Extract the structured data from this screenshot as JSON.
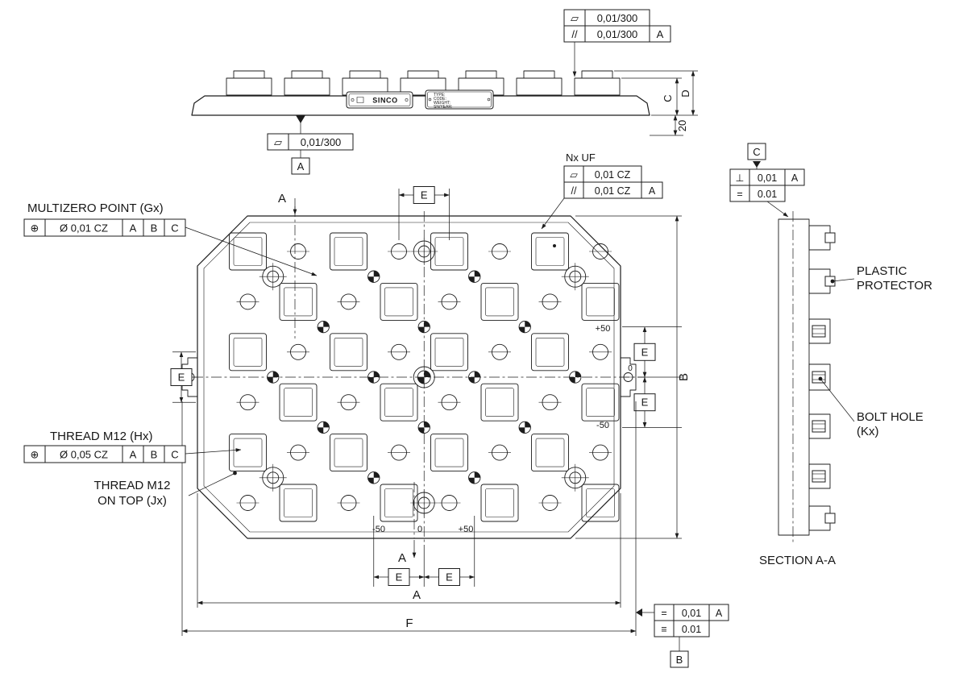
{
  "side_view": {
    "fcf_top": {
      "flat_sym": "▱",
      "flat_val": "0,01/300",
      "par_sym": "//",
      "par_val": "0,01/300",
      "par_datum": "A"
    },
    "fcf_bottom": {
      "flat_sym": "▱",
      "flat_val": "0,01/300"
    },
    "datum_a": "A",
    "dims": {
      "c": "C",
      "d": "D",
      "h20": "20"
    },
    "logo": "SINCO",
    "nameplate": {
      "l1": "TYPE:",
      "l2": "CODE:",
      "l3": "WEIGHT:",
      "l4": "SN/YEAR:"
    }
  },
  "plan_view": {
    "labels": {
      "multizero": "MULTIZERO POINT (Gx)",
      "thread_h": "THREAD M12 (Hx)",
      "thread_j1": "THREAD M12",
      "thread_j2": "ON TOP (Jx)",
      "nx_uf": "Nx UF"
    },
    "fcf_g": {
      "sym": "⊕",
      "tol": "Ø 0,01 CZ",
      "d1": "A",
      "d2": "B",
      "d3": "C"
    },
    "fcf_h": {
      "sym": "⊕",
      "tol": "Ø 0,05 CZ",
      "d1": "A",
      "d2": "B",
      "d3": "C"
    },
    "fcf_uf": {
      "flat_sym": "▱",
      "flat_val": "0,01 CZ",
      "par_sym": "//",
      "par_val": "0,01 CZ",
      "par_datum": "A"
    },
    "fcf_datum_b": {
      "r1_sym": "=",
      "r1_val": "0,01",
      "r1_datum": "A",
      "r2_sym": "≡",
      "r2_val": "0.01",
      "datum": "B"
    },
    "dims": {
      "a": "A",
      "b": "B",
      "e": "E",
      "f": "F",
      "section": "A"
    },
    "coords": {
      "p50": "+50",
      "zero": "0",
      "m50": "-50"
    }
  },
  "section_view": {
    "title": "SECTION A-A",
    "labels": {
      "plastic1": "PLASTIC",
      "plastic2": "PROTECTOR",
      "bolt1": "BOLT HOLE",
      "bolt2": "(Kx)"
    },
    "datum_c": "C",
    "fcf_c": {
      "r1_sym": "⊥",
      "r1_val": "0,01",
      "r1_datum": "A",
      "r2_sym": "=",
      "r2_val": "0.01"
    }
  }
}
